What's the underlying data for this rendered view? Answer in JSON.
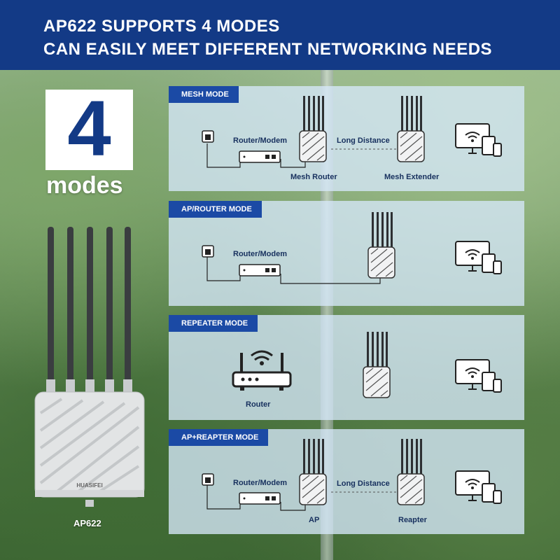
{
  "header": {
    "line1": "AP622 SUPPORTS 4 MODES",
    "line2": "CAN EASILY MEET DIFFERENT NETWORKING NEEDS"
  },
  "badge": {
    "number": "4",
    "caption": "modes"
  },
  "product": {
    "brand": "HUASIFEI",
    "name": "AP622"
  },
  "panels": [
    {
      "tag": "MESH MODE",
      "router_label": "Router/Modem",
      "link_label": "Long Distance",
      "node1_label": "Mesh Router",
      "node2_label": "Mesh Extender"
    },
    {
      "tag": "AP/ROUTER MODE",
      "router_label": "Router/Modem"
    },
    {
      "tag": "REPEATER MODE",
      "router_label": "Router"
    },
    {
      "tag": "AP+REAPTER MODE",
      "router_label": "Router/Modem",
      "link_label": "Long Distance",
      "node1_label": "AP",
      "node2_label": "Reapter"
    }
  ],
  "colors": {
    "header_bg": "#133a86",
    "tag_bg": "#1b4aa5",
    "panel_bg": "#d6e8fa"
  }
}
